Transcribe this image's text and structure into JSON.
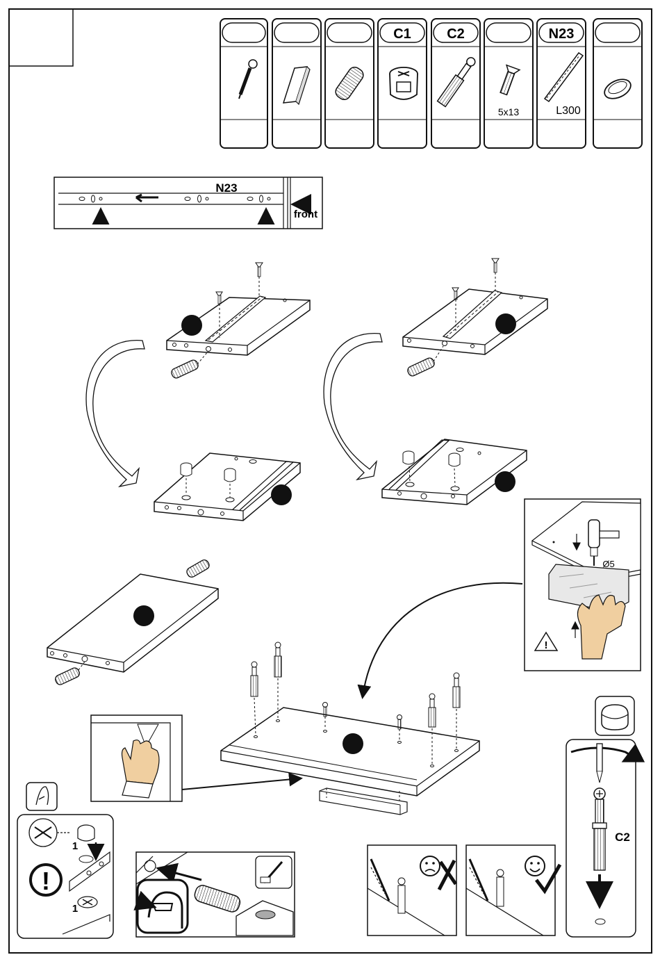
{
  "parts": [
    {
      "label": "",
      "icon": "wood-screw-icon",
      "caption": ""
    },
    {
      "label": "",
      "icon": "flat-dowel-icon",
      "caption": ""
    },
    {
      "label": "",
      "icon": "wooden-dowel-icon",
      "caption": ""
    },
    {
      "label": "C1",
      "icon": "cam-lock-icon",
      "caption": ""
    },
    {
      "label": "C2",
      "icon": "cam-bolt-icon",
      "caption": ""
    },
    {
      "label": "",
      "icon": "euro-screw-icon",
      "caption": "5x13"
    },
    {
      "label": "N23",
      "icon": "drawer-runner-icon",
      "caption": "L300"
    },
    {
      "label": "",
      "icon": "cover-cap-icon",
      "caption": ""
    }
  ],
  "runner_detail": {
    "label": "N23",
    "direction_label": "front"
  },
  "drill_detail": {
    "drill_size": "Ø5",
    "warning_symbol": "!"
  },
  "bolt_detail": {
    "label": "C2"
  },
  "cam_detail": {
    "step_1": "1",
    "step_2": "1",
    "warning_symbol": "!"
  },
  "colors": {
    "line": "#111111",
    "skin": "#f0cfa0",
    "cuff": "#ffffff",
    "foam": "#e8e8e8"
  }
}
